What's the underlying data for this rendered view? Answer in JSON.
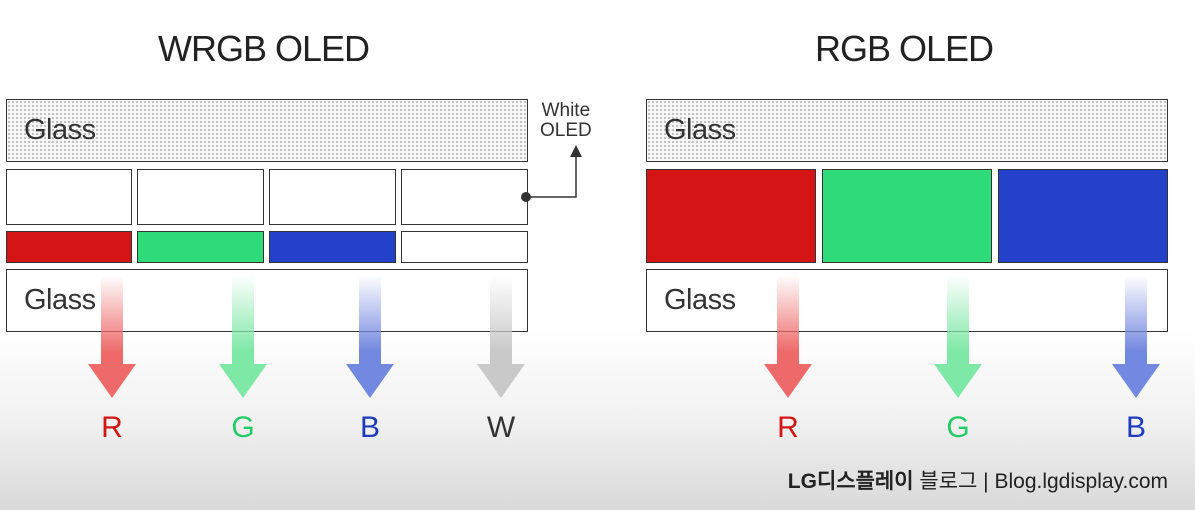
{
  "wrgb": {
    "title": "WRGB OLED",
    "top_glass_label": "Glass",
    "bottom_glass_label": "Glass",
    "callout_line1": "White",
    "callout_line2": "OLED",
    "filters": [
      {
        "name": "red",
        "color": "#d51515"
      },
      {
        "name": "green",
        "color": "#2fdb78"
      },
      {
        "name": "blue",
        "color": "#2442c9"
      },
      {
        "name": "white",
        "color": "#ffffff"
      }
    ],
    "channels": [
      {
        "label": "R",
        "color": "#d51515",
        "arrow_color": "#ee6a6a"
      },
      {
        "label": "G",
        "color": "#22cc66",
        "arrow_color": "#7ee8a6"
      },
      {
        "label": "B",
        "color": "#1f3bbd",
        "arrow_color": "#7388e0"
      },
      {
        "label": "W",
        "color": "#333333",
        "arrow_color": "#c9c9c9"
      }
    ]
  },
  "rgb": {
    "title": "RGB OLED",
    "top_glass_label": "Glass",
    "bottom_glass_label": "Glass",
    "subpixels": [
      {
        "name": "red",
        "color": "#d51515"
      },
      {
        "name": "green",
        "color": "#2fdb78"
      },
      {
        "name": "blue",
        "color": "#2442c9"
      }
    ],
    "channels": [
      {
        "label": "R",
        "color": "#d51515",
        "arrow_color": "#ee6a6a"
      },
      {
        "label": "G",
        "color": "#22cc66",
        "arrow_color": "#7ee8a6"
      },
      {
        "label": "B",
        "color": "#1f3bbd",
        "arrow_color": "#7388e0"
      }
    ]
  },
  "watermark": {
    "brand": "LG디스플레이",
    "suffix": " 블로그 | Blog.lgdisplay.com"
  }
}
